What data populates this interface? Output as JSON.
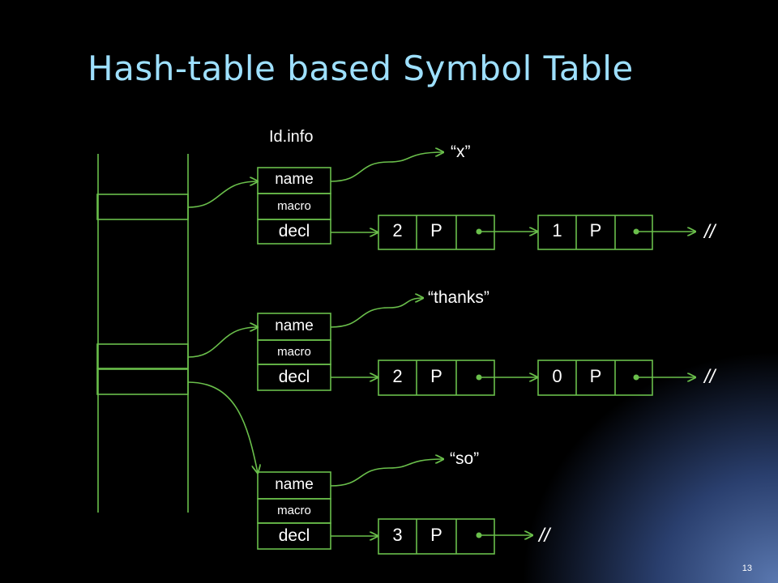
{
  "title": "Hash-table based Symbol Table",
  "id_info_label": "Id.info",
  "colors": {
    "line": "#6abf4b",
    "title": "#9ee0ff",
    "text": "#ffffff",
    "background": "#000000"
  },
  "records": [
    {
      "name_label": "name",
      "macro_label": "macro",
      "decl_label": "decl",
      "string": "“x”",
      "decl_chain": [
        {
          "num": "2",
          "type": "P"
        },
        {
          "num": "1",
          "type": "P"
        }
      ],
      "terminator": "//"
    },
    {
      "name_label": "name",
      "macro_label": "macro",
      "decl_label": "decl",
      "string": "“thanks”",
      "decl_chain": [
        {
          "num": "2",
          "type": "P"
        },
        {
          "num": "0",
          "type": "P"
        }
      ],
      "terminator": "//"
    },
    {
      "name_label": "name",
      "macro_label": "macro",
      "decl_label": "decl",
      "string": "“so”",
      "decl_chain": [
        {
          "num": "3",
          "type": "P"
        }
      ],
      "terminator": "//"
    }
  ],
  "page_number": "13"
}
